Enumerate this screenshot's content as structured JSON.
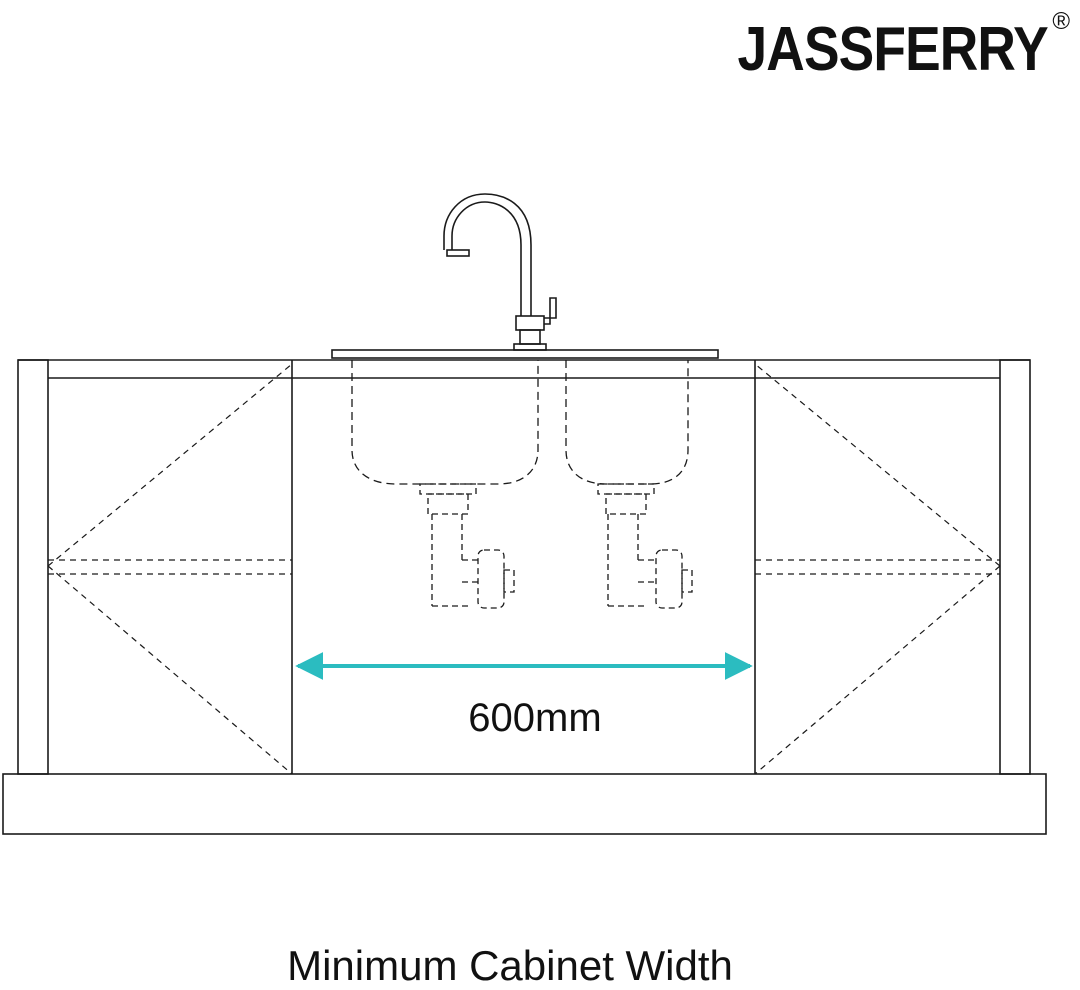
{
  "brand": {
    "name": "JASSFERRY",
    "registered_mark": "®"
  },
  "dimension": {
    "label": "600mm",
    "arrow_color": "#2bbcc0"
  },
  "caption": "Minimum Cabinet Width",
  "colors": {
    "line": "#1a1a1a",
    "background": "#ffffff"
  }
}
